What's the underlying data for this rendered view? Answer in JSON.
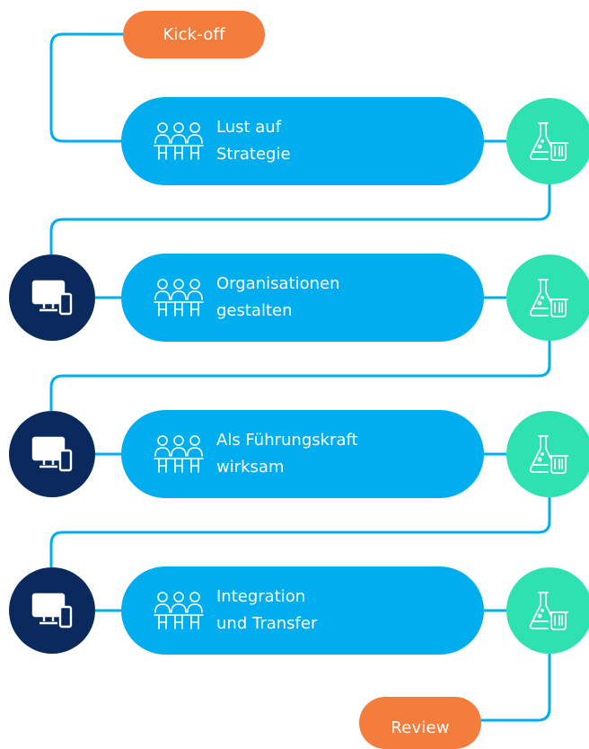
{
  "start": {
    "label": "Kick-off"
  },
  "end": {
    "label": "Review"
  },
  "stages": [
    {
      "line1": "Lust auf",
      "line2": "Strategie"
    },
    {
      "line1": "Organisationen",
      "line2": "gestalten"
    },
    {
      "line1": "Als Führungskraft",
      "line2": "wirksam"
    },
    {
      "line1": "Integration",
      "line2": "und Transfer"
    }
  ],
  "colors": {
    "kickoff": "#f47c3c",
    "stage": "#00aeef",
    "lab": "#2de2b0",
    "device": "#0a2a5e",
    "connector": "#00aeef"
  },
  "icons": {
    "stage": "meeting-people-icon",
    "right": "lab-flask-icon",
    "left": "desktop-mobile-icon"
  }
}
